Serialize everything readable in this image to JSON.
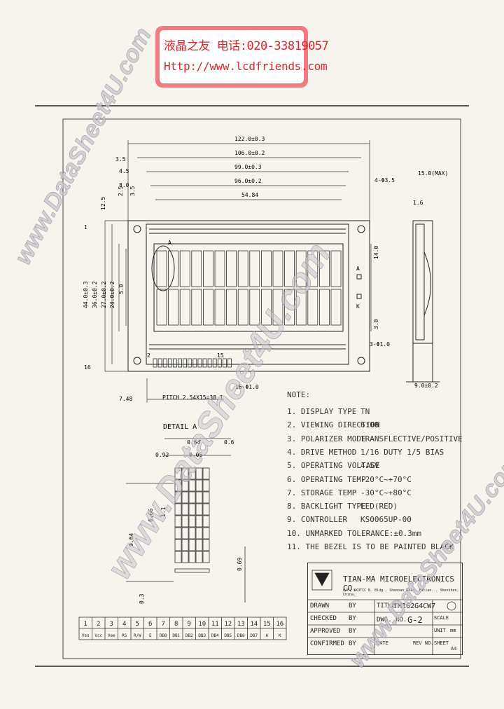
{
  "stamp": {
    "line1": "液晶之友 电话:020-33819057",
    "line2": "Http://www.lcdfriends.com"
  },
  "watermark": {
    "text": "www.DataSheet4U.com",
    "color": "#c9c4cc"
  },
  "dimensions": {
    "overall_width": "122.0±0.3",
    "bezel_width": "106.0±0.2",
    "va_width": "99.0±0.3",
    "aa_width": "96.0±0.2",
    "char_pitch_total": "54.84",
    "left_35": "3.5",
    "left_45": "4.5",
    "left_80": "8.0",
    "hole": "4-Φ3.5",
    "thickness": "15.0(MAX)",
    "side_16": "1.6",
    "height_overall": "44.0±0.3",
    "height_bezel": "36.0±0.2",
    "height_va": "27.0±0.2",
    "height_aa": "24.0±0.2",
    "height_5": "5.0",
    "top_125": "12.5",
    "top_25": "2.5",
    "side_35": "3.5",
    "right_140": "14.0",
    "right_30": "3.0",
    "right_bottom": "3-Φ1.0",
    "pitch": "PITCH 2.54X15=38.1",
    "left_bottom": "7.48",
    "pin_dia": "16-Φ1.0",
    "side_bottom": "9.0±0.2",
    "pin_1": "1",
    "pin_16": "16",
    "pin_2": "2",
    "pin_15": "15",
    "led_a": "A",
    "led_k": "K",
    "detail_label": "A"
  },
  "detail": {
    "title": "DETAIL A",
    "d1": "0.64",
    "d2": "0.6",
    "d3": "0.92",
    "d4": "0.05",
    "d5": "9.64",
    "d6": "0.66",
    "d7": "0.69",
    "d8": "0.3",
    "d9": "1.1"
  },
  "notes": {
    "title": "NOTE:",
    "items": [
      {
        "k": "1. DISPLAY TYPE",
        "v": "TN"
      },
      {
        "k": "2. VIEWING DIRECTION",
        "v": "6:00"
      },
      {
        "k": "3. POLARIZER MODE",
        "v": "TRANSFLECTIVE/POSITIVE"
      },
      {
        "k": "4. DRIVE METHOD",
        "v": "1/16 DUTY 1/5 BIAS"
      },
      {
        "k": "5. OPERATING VOLTAGE",
        "v": "4.5V"
      },
      {
        "k": "6. OPERATING TEMP",
        "v": "-20°C~+70°C"
      },
      {
        "k": "7. STORAGE TEMP",
        "v": "-30°C~+80°C"
      },
      {
        "k": "8. BACKLIGHT TYPE",
        "v": "LED(RED)"
      },
      {
        "k": "9. CONTROLLER",
        "v": "KS0065UP-00"
      },
      {
        "k": "10. UNMARKED TOLERANCE:±0.3mm",
        "v": ""
      },
      {
        "k": "11. THE BEZEL IS TO BE PAINTED BLACK",
        "v": ""
      }
    ]
  },
  "pins": {
    "numbers": [
      "1",
      "2",
      "3",
      "4",
      "5",
      "6",
      "7",
      "8",
      "9",
      "10",
      "11",
      "12",
      "13",
      "14",
      "15",
      "16"
    ],
    "names": [
      "Vss",
      "Vcc",
      "Vee",
      "RS",
      "R/W",
      "E",
      "DB0",
      "DB1",
      "DB2",
      "DB3",
      "DB4",
      "DB5",
      "DB6",
      "DB7",
      "A",
      "K"
    ]
  },
  "titleblock": {
    "company": "TIAN-MA MICROELECTRONICS CO.",
    "address": "6/F, SKOTIC B. Bldg., Shennan Road, Futian.., Shenzhen, China.",
    "drawn": "DRAWN",
    "checked": "CHECKED",
    "approved": "APPROVED",
    "confirmed": "CONFIRMED",
    "by": "BY",
    "title_label": "TITLE",
    "title_value": "TM162G4CW7",
    "dwg_no_label": "DWG. NO.",
    "dwg_no_value": "G-2",
    "scale": "SCALE",
    "unit_label": "UNIT",
    "unit_value": "mm",
    "date": "DATE",
    "rev": "REV NO.",
    "sheet": "SHEET",
    "a4": "A4"
  }
}
